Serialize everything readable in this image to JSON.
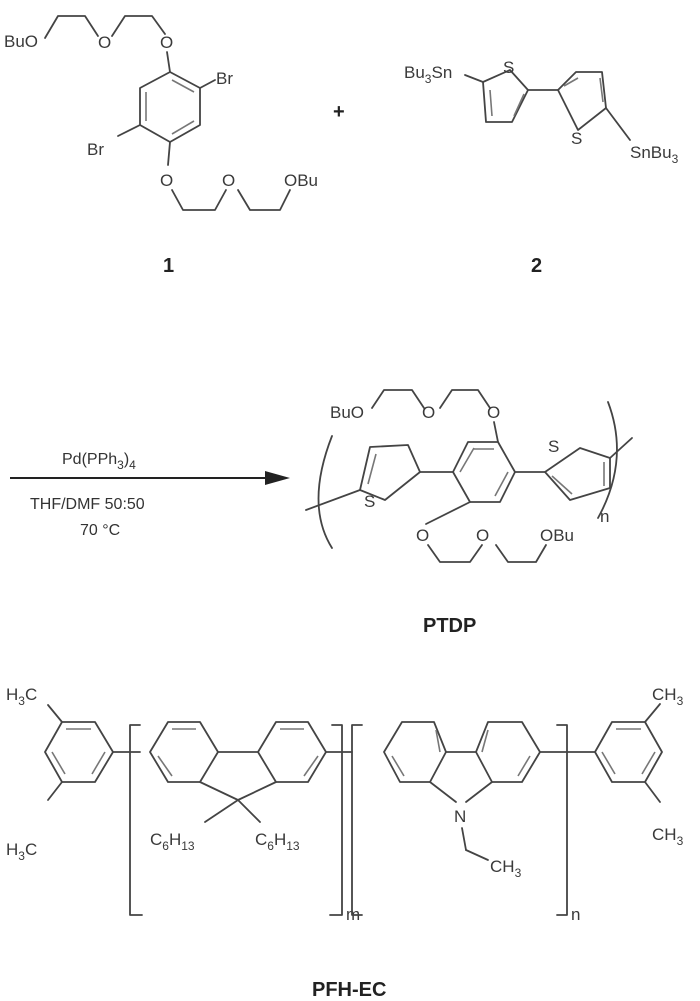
{
  "figure": {
    "type": "reaction-scheme",
    "reactants": [
      {
        "id": "1",
        "label": "1",
        "substituents": [
          "BuO",
          "O",
          "O",
          "Br",
          "Br",
          "O",
          "O",
          "OBu"
        ]
      },
      {
        "id": "2",
        "label": "2",
        "substituents": [
          "Bu3Sn",
          "S",
          "S",
          "SnBu3"
        ]
      }
    ],
    "plus": "+",
    "conditions": {
      "catalyst": "Pd(PPh3)4",
      "solvent": "THF/DMF 50:50",
      "temperature": "70 °C"
    },
    "products": [
      {
        "id": "PTDP",
        "label": "PTDP",
        "repeat_index": "n",
        "substituents": [
          "BuO",
          "O",
          "O",
          "S",
          "S",
          "O",
          "O",
          "OBu"
        ]
      },
      {
        "id": "PFH-EC",
        "label": "PFH-EC",
        "repeat_indices": [
          "m",
          "n"
        ],
        "substituents": [
          "H3C",
          "H3C",
          "C6H13",
          "C6H13",
          "N",
          "CH3",
          "CH3",
          "CH3"
        ]
      }
    ]
  },
  "text": {
    "buo": "BuO",
    "obu": "OBu",
    "o": "O",
    "br": "Br",
    "s": "S",
    "n_atom": "N",
    "plus": "+",
    "label1": "1",
    "label2": "2",
    "cat": "Pd(PPh",
    "cat_sub": "3",
    "cat_end": ")",
    "cat_sub2": "4",
    "solvent": "THF/DMF 50:50",
    "temp": "70 °C",
    "ptdp": "PTDP",
    "pfhec": "PFH-EC",
    "n": "n",
    "m": "m"
  }
}
